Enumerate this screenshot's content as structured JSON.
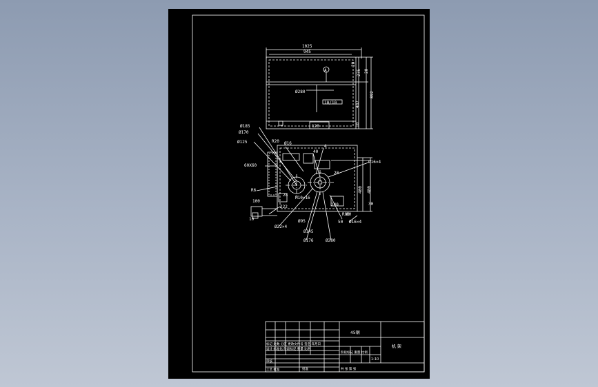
{
  "colors": {
    "background": "#98a4b8",
    "sheet": "#000000",
    "line": "#ffffff"
  },
  "elevation_dims": {
    "overall_width": "1025",
    "inner_width": "945",
    "top_offset": "20",
    "upper_height": "275",
    "right_offset": "20",
    "lower_height": "487",
    "total_height": "892",
    "bottom_offset": "10",
    "hole_dia": "Ø280",
    "rail_label": "10/10",
    "section_label": "A",
    "bottom_label": "120"
  },
  "plan_dims": {
    "d185": "Ø185",
    "d170": "Ø170",
    "d125": "Ø125",
    "r20": "R20",
    "l16": "Ø16",
    "l40": "40",
    "l4": "4",
    "r60x60": "60X60",
    "r6": "R6",
    "d16x4": "Ø16×4",
    "r20b": "20",
    "h400": "400",
    "h480": "480",
    "m10": "M10×16",
    "d28": "28",
    "l240": "240",
    "s222": "222",
    "s30": "30",
    "t100": "100",
    "d10": "10",
    "d22x4": "Ø22×4",
    "d95": "Ø95",
    "d145": "Ø145",
    "d176": "Ø176",
    "d280": "Ø280",
    "r80": "R80",
    "b16x4": "Ø16×4",
    "b80": "80",
    "b50": "50"
  },
  "title_block": {
    "material": "45钢",
    "part_name": "机 架",
    "scale": "1:10",
    "left_rows": [
      "标记 处数 分区 更改文件号 签名 年月日",
      "设计 标准化 阶段标记 重量 比例",
      "审核",
      "工艺 批准"
    ],
    "mid_rows": [
      "阶段标记 重量 比例",
      "共 张 第 张"
    ],
    "approve": "批准"
  }
}
